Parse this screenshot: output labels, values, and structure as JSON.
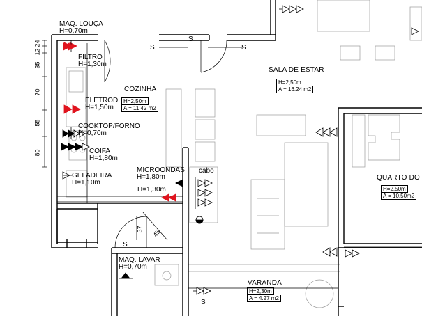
{
  "rooms": {
    "cozinha": {
      "name": "COZINHA",
      "height": "H=2,50m",
      "area": "A = 11.42 m2"
    },
    "sala": {
      "name": "SALA DE ESTAR",
      "height": "H=2,50m",
      "area": "A = 16.24 m2"
    },
    "quarto": {
      "name": "QUARTO DO I",
      "height": "H=2,50m",
      "area": "A = 10.50m2"
    },
    "varanda": {
      "name": "VARANDA",
      "height": "H=2,30m",
      "area": "A = 4.27 m2"
    }
  },
  "points": {
    "maq_louca": {
      "name": "MAQ. LOUÇA",
      "height": "H=0,70m"
    },
    "filtro": {
      "name": "FILTRO",
      "height": "H=1,30m"
    },
    "eletrod": {
      "name": "ELETROD.",
      "height": "H=1,50m"
    },
    "cooktop": {
      "name": "COOKTOP/FORNO",
      "height": "H=0,70m"
    },
    "coifa": {
      "name": "COIFA",
      "height": "H=1,80m"
    },
    "geladeira": {
      "name": "GELADEIRA",
      "height": "H=1,10m"
    },
    "microondas": {
      "name": "MICROONDAS",
      "height": "H=1,80m"
    },
    "extra_height": "H=1,30m",
    "cabo": "cabo",
    "maq_lavar": {
      "name": "MAQ. LAVAR",
      "height": "H=0,70m"
    }
  },
  "switch_symbol": "S",
  "dimensions": {
    "top_a": "24",
    "top_b": "12",
    "d35": "35",
    "d70": "70",
    "d55": "55",
    "d80": "80",
    "d37": "37",
    "d45": "45"
  },
  "colors": {
    "line": "#000000",
    "furniture": "#9a9a9a",
    "highlight": "#e0141e"
  }
}
